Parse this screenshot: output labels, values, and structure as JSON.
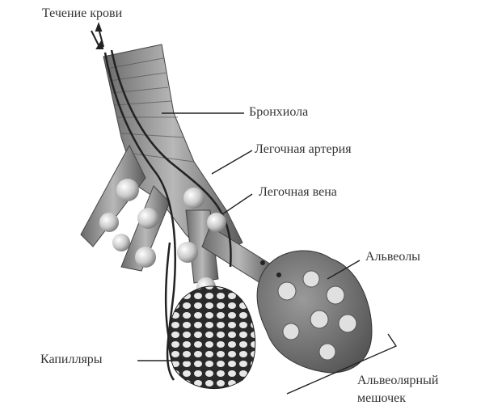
{
  "diagram": {
    "labels": {
      "blood_flow": "Течение крови",
      "bronchiole": "Бронхиола",
      "pulmonary_artery": "Легочная артерия",
      "pulmonary_vein": "Легочная вена",
      "alveoli": "Альвеолы",
      "capillaries": "Капилляры",
      "alveolar_sac_line1": "Альвеолярный",
      "alveolar_sac_line2": "мешочек"
    },
    "icons": [
      "blood-flow-arrows-icon"
    ]
  }
}
